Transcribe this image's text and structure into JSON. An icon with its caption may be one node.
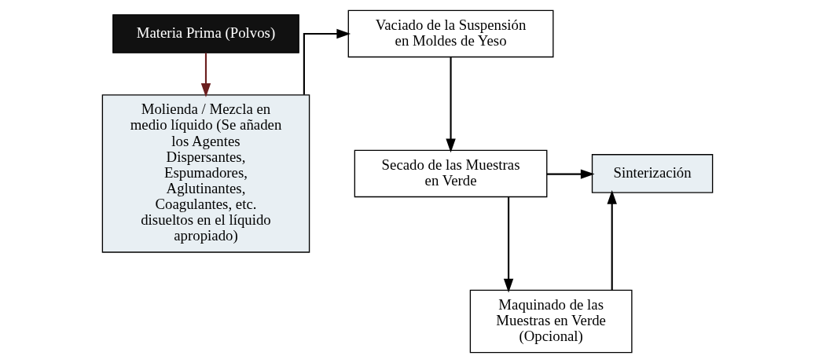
{
  "diagram": {
    "nodes": [
      {
        "text": [
          "Materia Prima (Polvos)"
        ]
      },
      {
        "text": [
          "Molienda / Mezcla en medio líquido (Se añaden los Agentes Dispersantes, Espumadores, Aglutinantes, Coagulantes, etc. disueltos en el líquido apropiado)"
        ]
      },
      {
        "text": [
          "Vaciado de la Suspensión en Moldes de Yeso"
        ]
      },
      {
        "text": [
          "Secado de las Muestras en Verde"
        ]
      },
      {
        "text": [
          "Maquinado de las Muestras en Verde (Opcional)"
        ]
      },
      {
        "text": [
          "Sinterización"
        ]
      }
    ],
    "edges": [
      {
        "from": 0,
        "to": 1,
        "arrow": "to",
        "color": "#6b1f1f"
      },
      {
        "from": 1,
        "to": 2,
        "arrow": "to"
      },
      {
        "from": 2,
        "to": 3,
        "arrow": "to"
      },
      {
        "from": 3,
        "to": 4,
        "arrow": "to"
      },
      {
        "from": 3,
        "to": 5,
        "arrow": "to"
      },
      {
        "from": 4,
        "to": 5,
        "arrow": "to"
      }
    ]
  }
}
